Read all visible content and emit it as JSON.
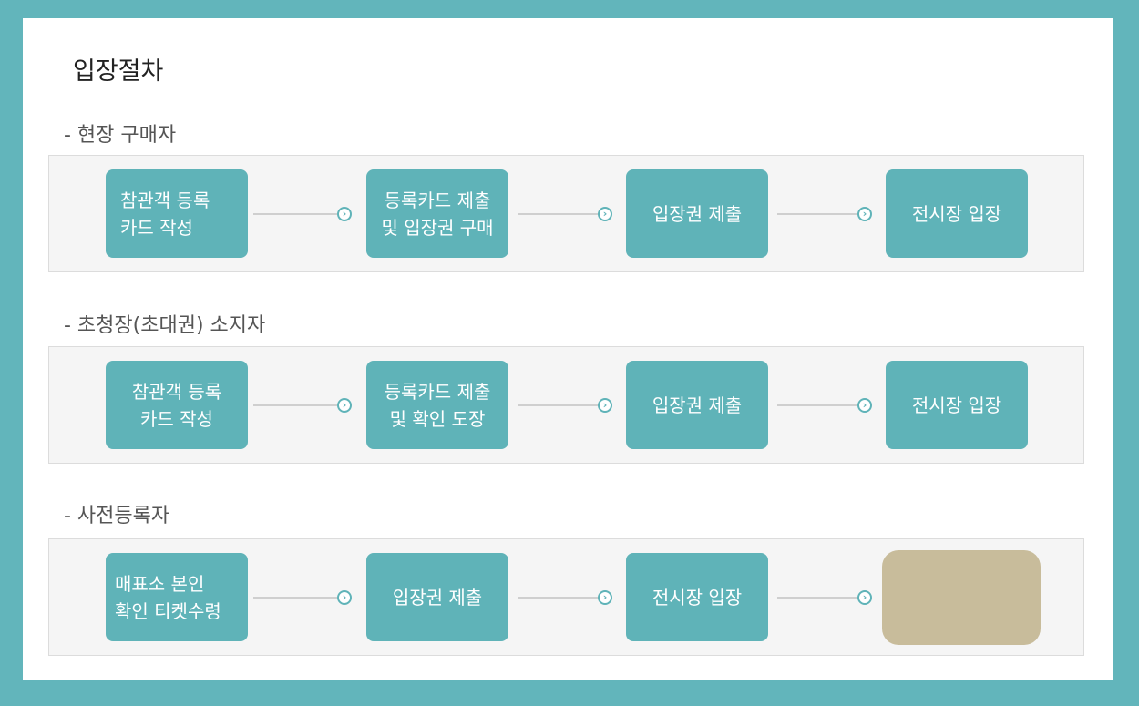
{
  "title": "입장절차",
  "sections": [
    {
      "label": "- 현장 구매자",
      "steps": [
        "참관객 등록\n카드 작성",
        "등록카드 제출\n및 입장권 구매",
        "입장권 제출",
        "전시장 입장"
      ]
    },
    {
      "label": "- 초청장(초대권) 소지자",
      "steps": [
        "참관객 등록\n카드 작성",
        "등록카드 제출\n및 확인 도장",
        "입장권 제출",
        "전시장 입장"
      ]
    },
    {
      "label": "- 사전등록자",
      "steps": [
        "매표소 본인\n확인 티켓수령",
        "입장권 제출",
        "전시장 입장",
        ""
      ]
    }
  ],
  "colors": {
    "frame": "#62b5bb",
    "step": "#5fb3b8",
    "placeholder": "#c8bc9b",
    "panel": "#f5f5f5"
  },
  "icons": {
    "arrow": "chevron-right-circle-icon"
  }
}
